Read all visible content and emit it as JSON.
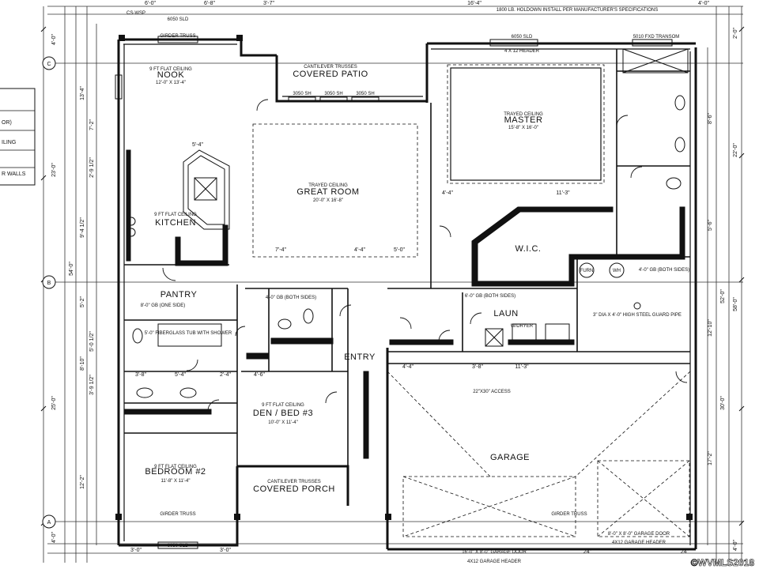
{
  "grid_labels": [
    "C",
    "B",
    "A"
  ],
  "rooms": {
    "nook": {
      "name": "NOOK",
      "ceiling": "9 FT FLAT CEILING",
      "size": "12'-0\" X 13'-4\""
    },
    "covered_patio": {
      "name": "COVERED PATIO",
      "note": "CANTILEVER TRUSSES"
    },
    "great_room": {
      "name": "GREAT ROOM",
      "ceiling": "TRAYED CEILING",
      "size": "20'-0\" X 16'-8\""
    },
    "master": {
      "name": "MASTER",
      "ceiling": "TRAYED CEILING",
      "size": "15'-8\" X 16'-0\""
    },
    "kitchen": {
      "name": "KITCHEN",
      "ceiling": "9 FT FLAT CEILING"
    },
    "wic": {
      "name": "W.I.C."
    },
    "pantry": {
      "name": "PANTRY"
    },
    "laun": {
      "name": "LAUN"
    },
    "entry": {
      "name": "ENTRY"
    },
    "den": {
      "name": "DEN / BED #3",
      "ceiling": "9 FT FLAT CEILING",
      "size": "10'-0\" X 11'-4\""
    },
    "garage": {
      "name": "GARAGE"
    },
    "bedroom2": {
      "name": "BEDROOM #2",
      "ceiling": "9 FT FLAT CEILING",
      "size": "11'-8\" X 11'-4\""
    },
    "covered_porch": {
      "name": "COVERED PORCH",
      "note": "CANTILEVER TRUSSES"
    }
  },
  "notes": {
    "holdown": "1800 LB. HOLDOWN INSTALL PER MANUFACTURER'S SPECIFICATIONS",
    "fiberglass": "5'-0\" FIBERGLASS TUB WITH SHOWER",
    "gb_both_1": "4'-0\" GB (BOTH SIDES)",
    "gb_both_2": "6'-0\" GB (BOTH SIDES)",
    "gb_both_3": "4'-0\" GB (BOTH SIDES)",
    "gb_one": "8'-0\" GB (ONE SIDE)",
    "steel_pipe": "3\" DIA X 4'-0\" HIGH STEEL GUARD PIPE",
    "garage_door_1": "16'-0\" X 8'-0\" GARAGE DOOR",
    "garage_door_2": "8'-0\" X 8'-0\" GARAGE DOOR",
    "header_1": "4X12 GARAGE HEADER",
    "header_2": "4X12 GARAGE HEADER",
    "header_master": "4 X 12 HEADER",
    "girder_top": "GIRDER TRUSS",
    "girder_bottom": "GIRDER TRUSS",
    "girder_garage": "GIRDER TRUSS",
    "sld_top": "6050 SLD",
    "sld_master": "6050 SLD",
    "sld_bottom": "6050 SLD",
    "transom": "5010 FXD TRANSOM",
    "sh1": "3050 SH",
    "sh2": "3050 SH",
    "sh3": "3050 SH",
    "attic_access": "22\"X30\" ACCESS",
    "furn": "FURN",
    "wh": "WH",
    "csp": "CS-WSP",
    "washer": "W/DRYER",
    "legend_lines": [
      "",
      "OR)",
      "ILING",
      "R WALLS"
    ]
  },
  "dimensions": {
    "left": [
      "4'-0\"",
      "23'-0\"",
      "54'-0\"",
      "25'-0\"",
      "4'-0\""
    ],
    "left_inner": [
      "13'-4\"",
      "7'-2\"",
      "2'-9 1/2\"",
      "9'-4 1/2\"",
      "5'-2\"",
      "5'-0 1/2\"",
      "8'-10\"",
      "3'-9 1/2\"",
      "12'-2\""
    ],
    "right": [
      "2'-0\"",
      "22'-0\"",
      "58'-0\"",
      "52'-0\"",
      "30'-0\"",
      "4'-0\""
    ],
    "right_inner": [
      "8'-6\"",
      "5'-6\"",
      "12'-10\"",
      "17'-2\""
    ],
    "top": [
      "6'-0\"",
      "6'-8\"",
      "3'-7\"",
      "16'-4\"",
      "4'-0\""
    ],
    "interior": [
      "5'-4\"",
      "4'-4\"",
      "11'-3\"",
      "11'-3\"",
      "4'-4\"",
      "7'-4\"",
      "4'-4\"",
      "5'-0\"",
      "3'-8\"",
      "2'-4\"",
      "4'-6\"",
      "5'-4\"",
      "3'-8\""
    ],
    "bottom": [
      "3'-0\"",
      "3'-0\"",
      "24\"",
      "24\""
    ]
  },
  "watermark": "©WVMLS2018"
}
